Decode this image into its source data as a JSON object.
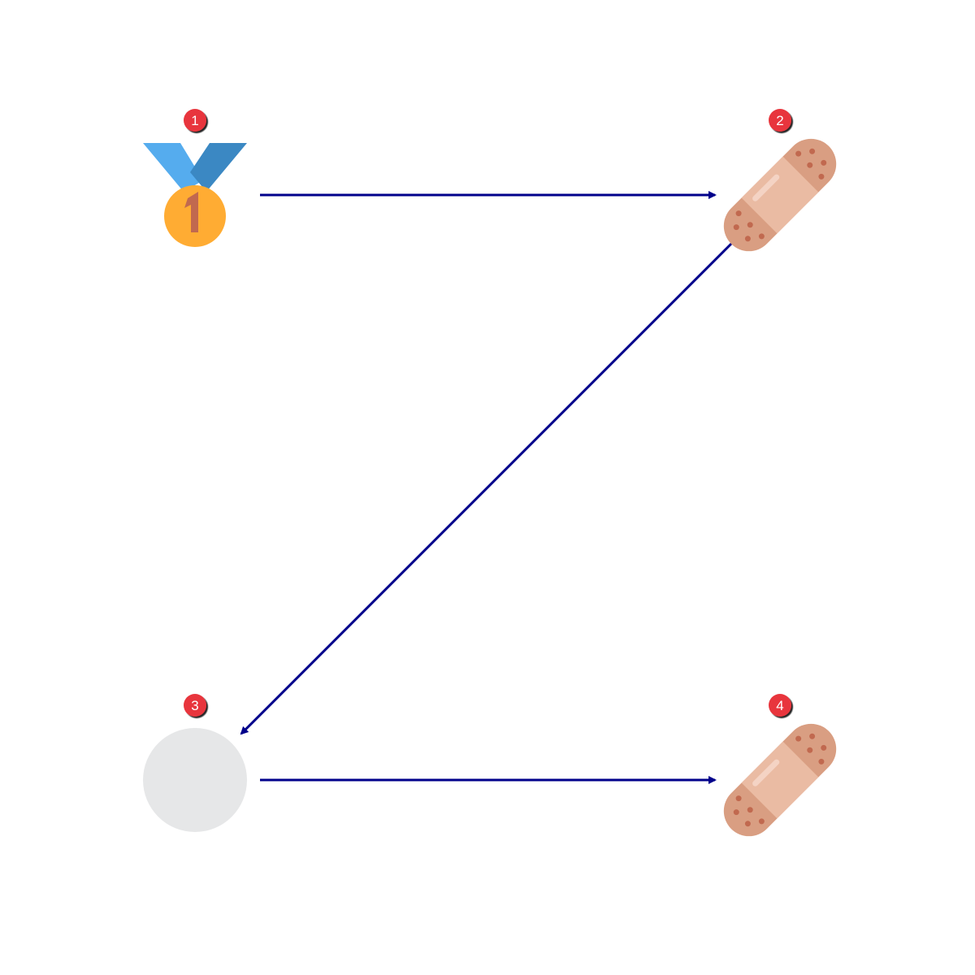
{
  "nodes": [
    {
      "id": "n1",
      "badge": "1",
      "icon": "first-place-medal-icon"
    },
    {
      "id": "n2",
      "badge": "2",
      "icon": "adhesive-bandage-icon"
    },
    {
      "id": "n3",
      "badge": "3",
      "icon": "blank-gray-circle-icon"
    },
    {
      "id": "n4",
      "badge": "4",
      "icon": "adhesive-bandage-icon"
    }
  ],
  "edges": [
    {
      "from": "n1",
      "to": "n2"
    },
    {
      "from": "n2",
      "to": "n3"
    },
    {
      "from": "n3",
      "to": "n4"
    }
  ],
  "colors": {
    "arrow": "#00008b",
    "badge": "#e8363c",
    "medal_ribbon_light": "#55acee",
    "medal_ribbon_dark": "#3b88c3",
    "medal_gold": "#ffac33",
    "medal_number": "#c1694f",
    "bandage_pad": "#eabba3",
    "bandage_ends": "#d99e82",
    "bandage_holes": "#c1694f",
    "gray_circle": "#e6e7e8"
  }
}
